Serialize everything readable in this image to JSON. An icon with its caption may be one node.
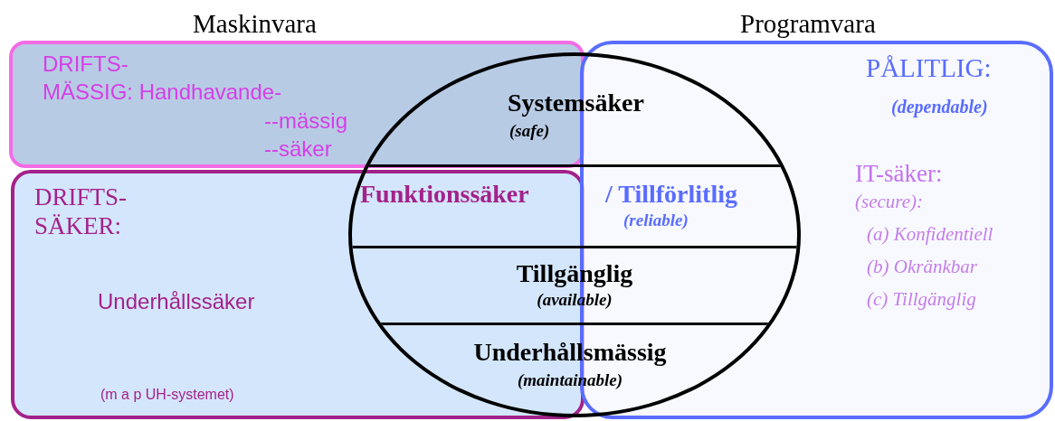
{
  "diagram": {
    "nodes": [
      {
        "text": [
          "DRIFTS-",
          "MÄSSIG: Handhavande-",
          "--mässig",
          "--säker"
        ]
      },
      {
        "text": [
          "DRIFTS- SÄKER:",
          "Underhållssäker",
          "(m a p UH-systemet)"
        ]
      },
      {
        "text": [
          "PÅLITLIG:",
          "(dependable)",
          "IT-säker:",
          "(secure):",
          "(a) Konfidentiell",
          "(b) Okränkbar",
          "(c) Tillgänglig"
        ]
      },
      {
        "text": [],
        "shape": "circle"
      },
      {
        "text": [
          "Systemsäker",
          "(safe)"
        ],
        "in": 3
      },
      {
        "text": [
          "Funktionssäker",
          "/ Tillförlitlig",
          "(reliable)"
        ],
        "in": 3
      },
      {
        "text": [
          "Tillgänglig",
          "(available)"
        ],
        "in": 3
      },
      {
        "text": [
          "Underhållsmässig",
          "(maintainable)"
        ],
        "in": 3
      }
    ],
    "labels": [
      "Maskinvara",
      "Programvara"
    ]
  }
}
